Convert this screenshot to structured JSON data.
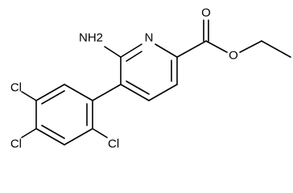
{
  "molecule": {
    "labels": {
      "amino": "NH2",
      "ring_nitrogen": "N",
      "carbonyl_oxygen": "O",
      "ester_oxygen": "O",
      "cl_top": "Cl",
      "cl_mid": "Cl",
      "cl_right": "Cl"
    }
  },
  "colors": {
    "bond": "#000000",
    "text": "#000000",
    "background": "#ffffff"
  }
}
